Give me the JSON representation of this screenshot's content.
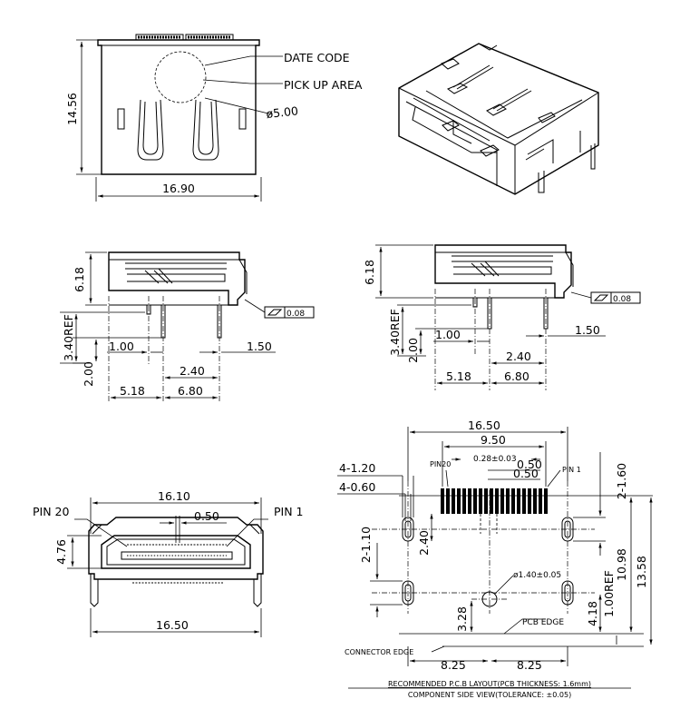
{
  "top_view": {
    "height": "14.56",
    "width": "16.90",
    "date_code": "DATE CODE",
    "pick_up_area": "PICK UP AREA",
    "pick_up_diameter": "ø5.00"
  },
  "side_view_left": {
    "height": "6.18",
    "flatness": "0.08",
    "ref": "3.40REF",
    "d_200": "2.00",
    "d_100": "1.00",
    "d_150": "1.50",
    "d_240": "2.40",
    "d_518": "5.18",
    "d_680": "6.80"
  },
  "side_view_right": {
    "height": "6.18",
    "flatness": "0.08",
    "ref": "3.40REF",
    "d_200": "2.00",
    "d_100": "1.00",
    "d_150": "1.50",
    "d_240": "2.40",
    "d_518": "5.18",
    "d_680": "6.80"
  },
  "front_view": {
    "pin20": "PIN 20",
    "pin1": "PIN 1",
    "width_top": "16.10",
    "pitch": "0.50",
    "height": "4.76",
    "width_bottom": "16.50"
  },
  "pcb_layout": {
    "overall": "16.50",
    "pad_span": "9.50",
    "pin20": "PIN20",
    "pin1": "PIN 1",
    "pad_width": "0.28±0.03",
    "pitch_a": "0.50",
    "pitch_b": "0.50",
    "slot_a": "4-1.20",
    "slot_b": "4-0.60",
    "d_160": "2-1.60",
    "d_110": "2-1.10",
    "d_240": "2.40",
    "hole": "ø1.40±0.05",
    "d_328": "3.28",
    "d_418": "4.18",
    "ref": "1.00REF",
    "d_1098": "10.98",
    "d_1358": "13.58",
    "pcb_edge": "PCB EDGE",
    "connector_edge": "CONNECTOR EDGE",
    "half_left": "8.25",
    "half_right": "8.25",
    "caption1": "RECOMMENDED P.C.B LAYOUT(PCB THICKNESS: 1.6mm)",
    "caption2": "COMPONENT SIDE VIEW(TOLERANCE: ±0.05)"
  }
}
